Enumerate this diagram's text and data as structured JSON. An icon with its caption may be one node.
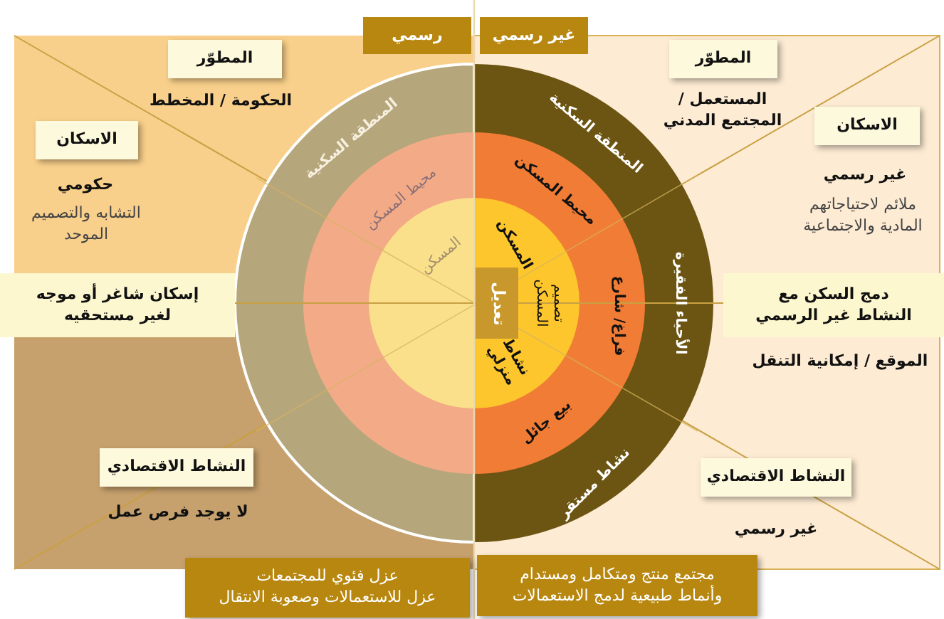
{
  "diagram": {
    "nodes": [
      {
        "text": [
          "رسمي"
        ]
      },
      {
        "text": [
          "غير رسمي"
        ]
      },
      {
        "text": [
          "المطوّر"
        ],
        "beside": [
          "الحكومة / المخطط"
        ]
      },
      {
        "text": [
          "الاسكان"
        ],
        "beside": [
          "حكومي",
          "التشابه والتصميم الموحد"
        ]
      },
      {
        "text": [
          "إسكان شاغر أو موجه لغير مستحقيه"
        ]
      },
      {
        "text": [
          "النشاط الاقتصادي"
        ],
        "beside": [
          "لا يوجد فرص عمل"
        ]
      },
      {
        "text": [
          "عزل فئوي للمجتمعات",
          "عزل للاستعمالات وصعوبة الانتقال"
        ]
      },
      {
        "text": [
          "المطوّر"
        ],
        "beside": [
          "المستعمل / المجتمع المدني"
        ]
      },
      {
        "text": [
          "الاسكان"
        ],
        "beside": [
          "غير رسمي",
          "ملائم لاحتياجاتهم المادية والاجتماعية"
        ]
      },
      {
        "text": [
          "دمج السكن مع النشاط غير الرسمي"
        ],
        "beside": [
          "الموقع / إمكانية التنقل"
        ]
      },
      {
        "text": [
          "النشاط الاقتصادي"
        ],
        "beside": [
          "غير رسمي"
        ]
      },
      {
        "text": [
          "مجتمع منتج ومتكامل ومستدام",
          "وأنماط طبيعية لدمج الاستعمالات"
        ]
      },
      {
        "text": [
          "تعديل"
        ]
      }
    ],
    "edges": [],
    "labels": [
      "المنطقة السكنية",
      "محيط المسكن",
      "المسكن",
      "المنطقة السكنية",
      "محيط المسكن",
      "المسكن",
      "تصميم المسكن",
      "فراغ/ شارع",
      "الأحياء الفقيرة",
      "نشاط منزلي",
      "بيع جائل",
      "نشاط مستقر"
    ]
  }
}
